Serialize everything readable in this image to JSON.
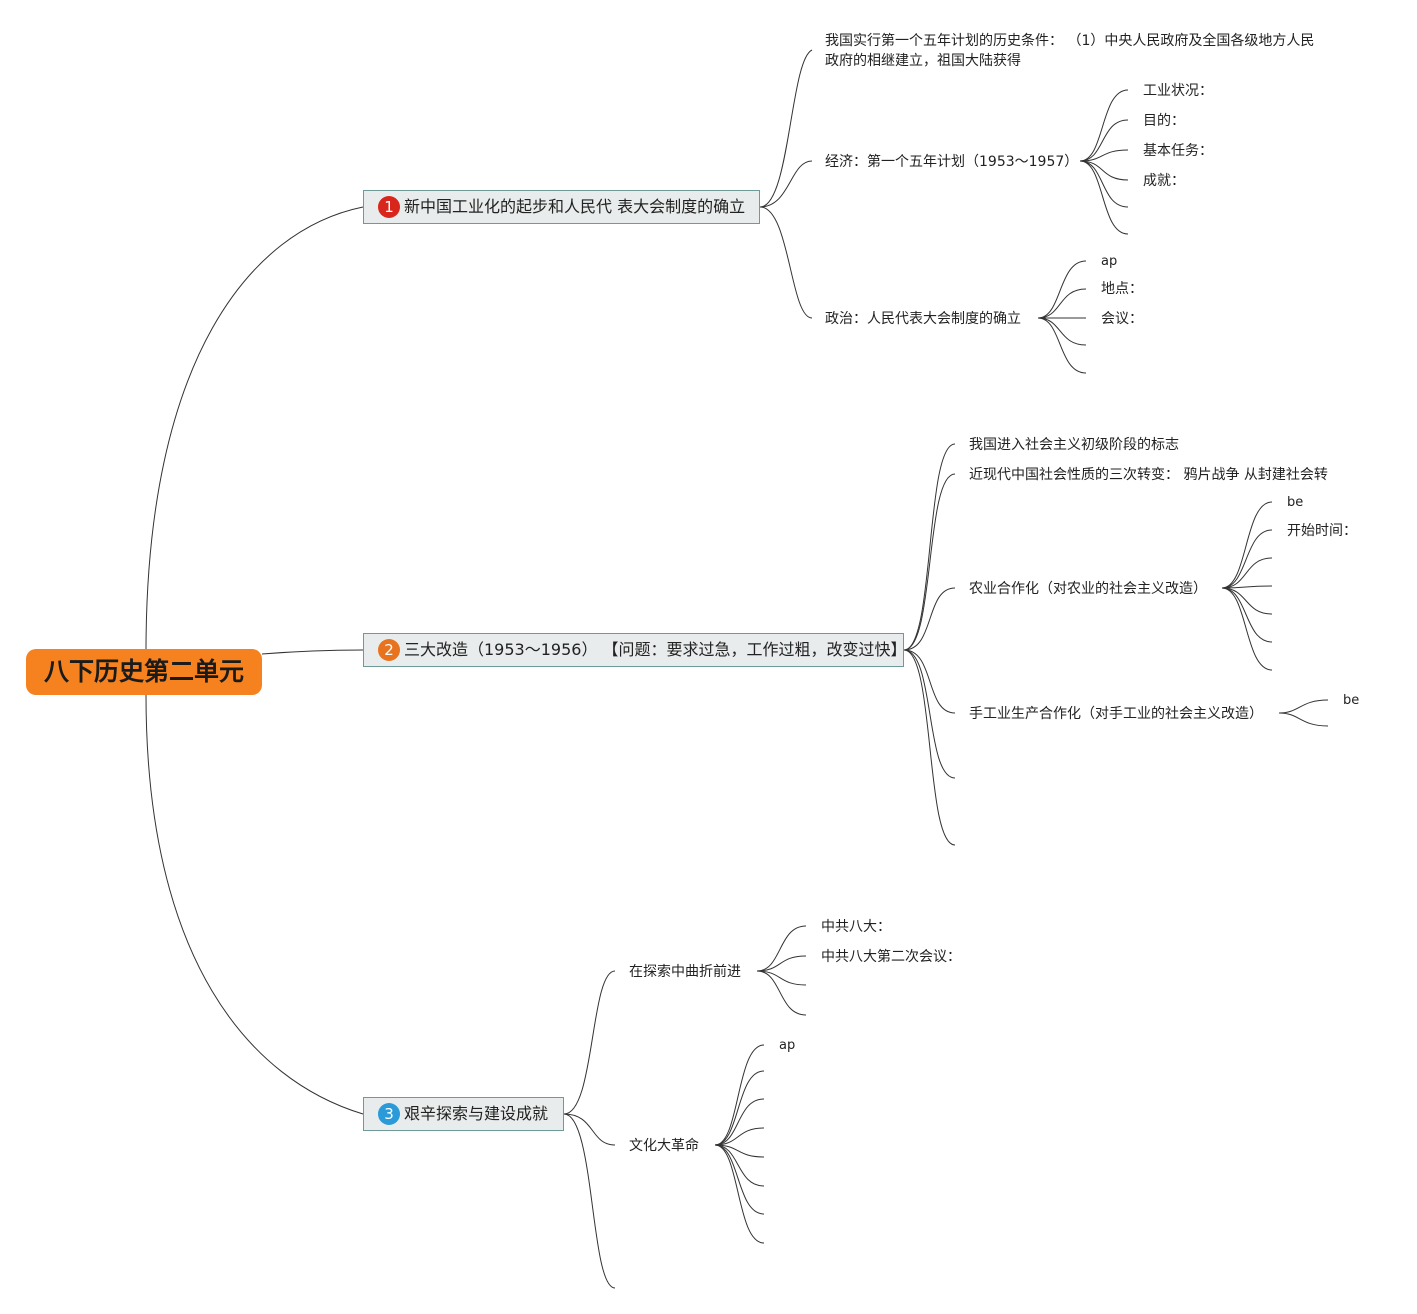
{
  "root": {
    "title": "八下历史第二单元",
    "color": "#f5821f"
  },
  "topics": [
    {
      "number": "1",
      "badge_color": "#d9261c",
      "title": "新中国工业化的起步和人民代 表大会制度的确立",
      "children": [
        {
          "text": "我国实行第一个五年计划的历史条件： （1）中央人民政府及全国各级地方人民政府的相继建立，祖国大陆获得"
        },
        {
          "text": "经济：第一个五年计划（1953～1957）",
          "children": [
            "工业状况：",
            "目的：",
            "基本任务：",
            "成就："
          ]
        },
        {
          "text": "政治：人民代表大会制度的确立",
          "children": [
            "ap",
            "地点：",
            "会议："
          ]
        }
      ]
    },
    {
      "number": "2",
      "badge_color": "#e8731e",
      "title": "三大改造（1953～1956） 【问题：要求过急，工作过粗，改变过快】",
      "children": [
        {
          "text": "我国进入社会主义初级阶段的标志"
        },
        {
          "text": "近现代中国社会性质的三次转变： 鸦片战争 从封建社会转"
        },
        {
          "text": "农业合作化（对农业的社会主义改造）",
          "children": [
            "be",
            "开始时间："
          ]
        },
        {
          "text": "手工业生产合作化（对手工业的社会主义改造）",
          "children": [
            "be"
          ]
        }
      ]
    },
    {
      "number": "3",
      "badge_color": "#2a9ad8",
      "title": "艰辛探索与建设成就",
      "children": [
        {
          "text": "在探索中曲折前进",
          "children": [
            "中共八大：",
            "中共八大第二次会议："
          ]
        },
        {
          "text": "文化大革命",
          "children": [
            "ap"
          ]
        }
      ]
    }
  ]
}
